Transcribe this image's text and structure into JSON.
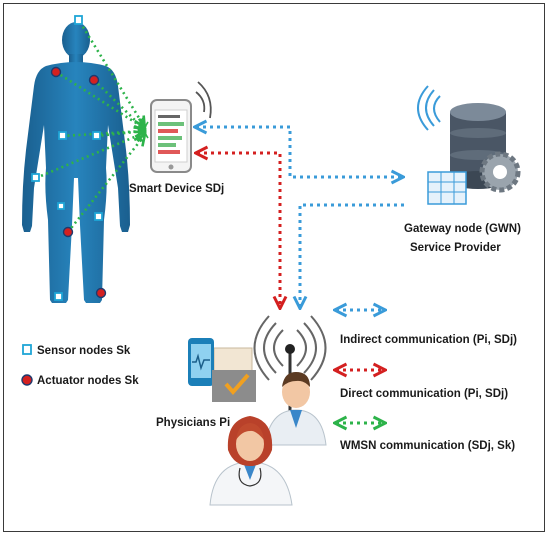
{
  "labels": {
    "smart_device": "Smart Device SDj",
    "gateway_line1": "Gateway node (GWN)",
    "gateway_line2": "Service Provider",
    "physicians": "Physicians Pi"
  },
  "legend": {
    "sensor_nodes": "Sensor nodes Sk",
    "actuator_nodes": "Actuator  nodes Sk",
    "indirect": "Indirect communication (Pi, SDj)",
    "direct": "Direct communication (Pi, SDj)",
    "wmsn": "WMSN communication (SDj, Sk)"
  },
  "colors": {
    "body": "#1e73a8",
    "indirect": "#3a9bd9",
    "direct": "#d42020",
    "wmsn": "#2db34a",
    "sensor_fill": "#ffffff",
    "sensor_border": "#1fa5d6",
    "actuator_fill": "#d42020",
    "actuator_border": "#1e3a6e"
  },
  "icons": [
    "human-body-icon",
    "smartphone-icon",
    "database-gear-icon",
    "antenna-icon",
    "medical-tablet-icon",
    "doctor-male-icon",
    "doctor-female-icon"
  ]
}
